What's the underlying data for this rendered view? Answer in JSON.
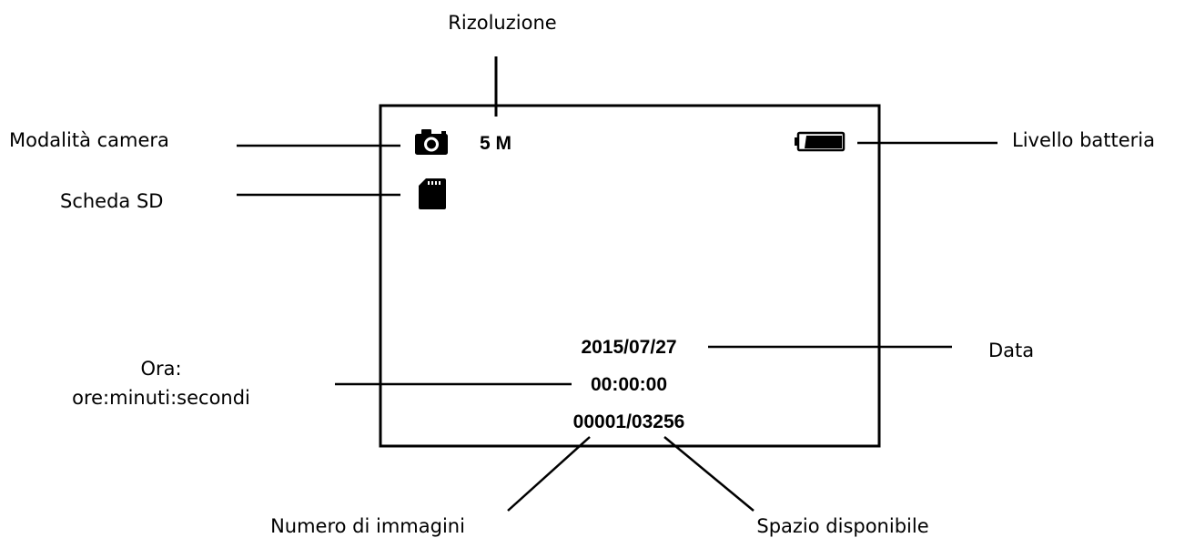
{
  "labels": {
    "resolution": "Rizoluzione",
    "camera_mode": "Modalità camera",
    "sd_card": "Scheda SD",
    "battery_level": "Livello batteria",
    "date": "Data",
    "time_line1": "Ora:",
    "time_line2": "ore:minuti:secondi",
    "image_count": "Numero di immagini",
    "free_space": "Spazio disponibile"
  },
  "screen": {
    "resolution_value": "5 M",
    "date_value": "2015/07/27",
    "time_value": "00:00:00",
    "counter_value": "00001/03256"
  },
  "icons": {
    "camera": "camera-icon",
    "sd_card": "sd-card-icon",
    "battery": "battery-icon"
  },
  "colors": {
    "line": "#000000",
    "background": "#ffffff"
  }
}
